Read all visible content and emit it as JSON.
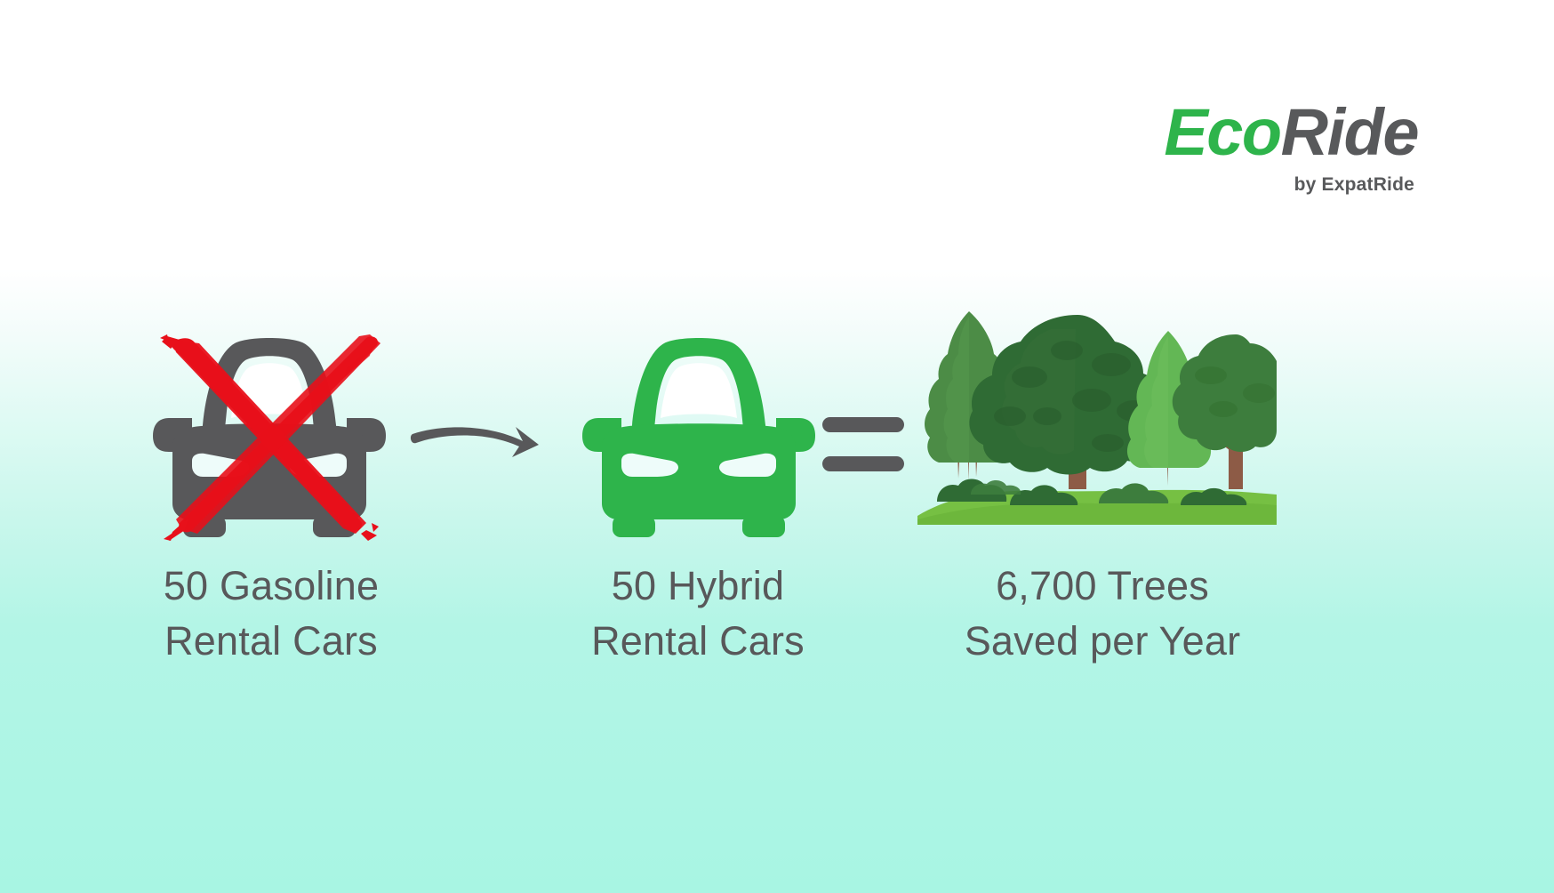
{
  "brand": {
    "logo_primary": "Eco",
    "logo_secondary": "Ride",
    "tagline": "by ExpatRide",
    "green": "#2eb44b",
    "gray": "#58595b"
  },
  "background": {
    "top_color": "#ffffff",
    "bottom_color": "#a8f5e3"
  },
  "comparison": {
    "items": [
      {
        "id": "gasoline-cars",
        "icon": "car-front-icon",
        "icon_color": "#58585a",
        "overlay": "red-cross-out-mark",
        "overlay_color": "#e8101a",
        "caption": "50 Gasoline\nRental Cars",
        "caption_line1": "50 Gasoline",
        "caption_line2": "Rental Cars",
        "count": 50
      },
      {
        "id": "hybrid-cars",
        "icon": "car-front-icon",
        "icon_color": "#2eb44b",
        "overlay": null,
        "caption": "50 Hybrid\nRental Cars",
        "caption_line1": "50 Hybrid",
        "caption_line2": "Rental Cars",
        "count": 50
      },
      {
        "id": "trees-saved",
        "icon": "forest-trees-icon",
        "icon_color": "#2f6b34",
        "overlay": null,
        "caption": "6,700 Trees\nSaved per Year",
        "caption_line1": "6,700 Trees",
        "caption_line2": "Saved per Year",
        "count": 6700
      }
    ],
    "connectors": [
      {
        "id": "arrow",
        "symbol": "arrow-right-icon",
        "color": "#58585a"
      },
      {
        "id": "equals",
        "symbol": "equals-icon",
        "color": "#58585a"
      }
    ]
  },
  "palette": {
    "car_gray": "#58585a",
    "car_green": "#2eb44b",
    "cross_red": "#e8101a",
    "text_gray": "#58585a",
    "tree_dark": "#2f6b34",
    "tree_mid": "#4c8c46",
    "tree_light": "#63b755",
    "trunk_brown": "#8d5b46",
    "grass_green": "#76c043"
  }
}
